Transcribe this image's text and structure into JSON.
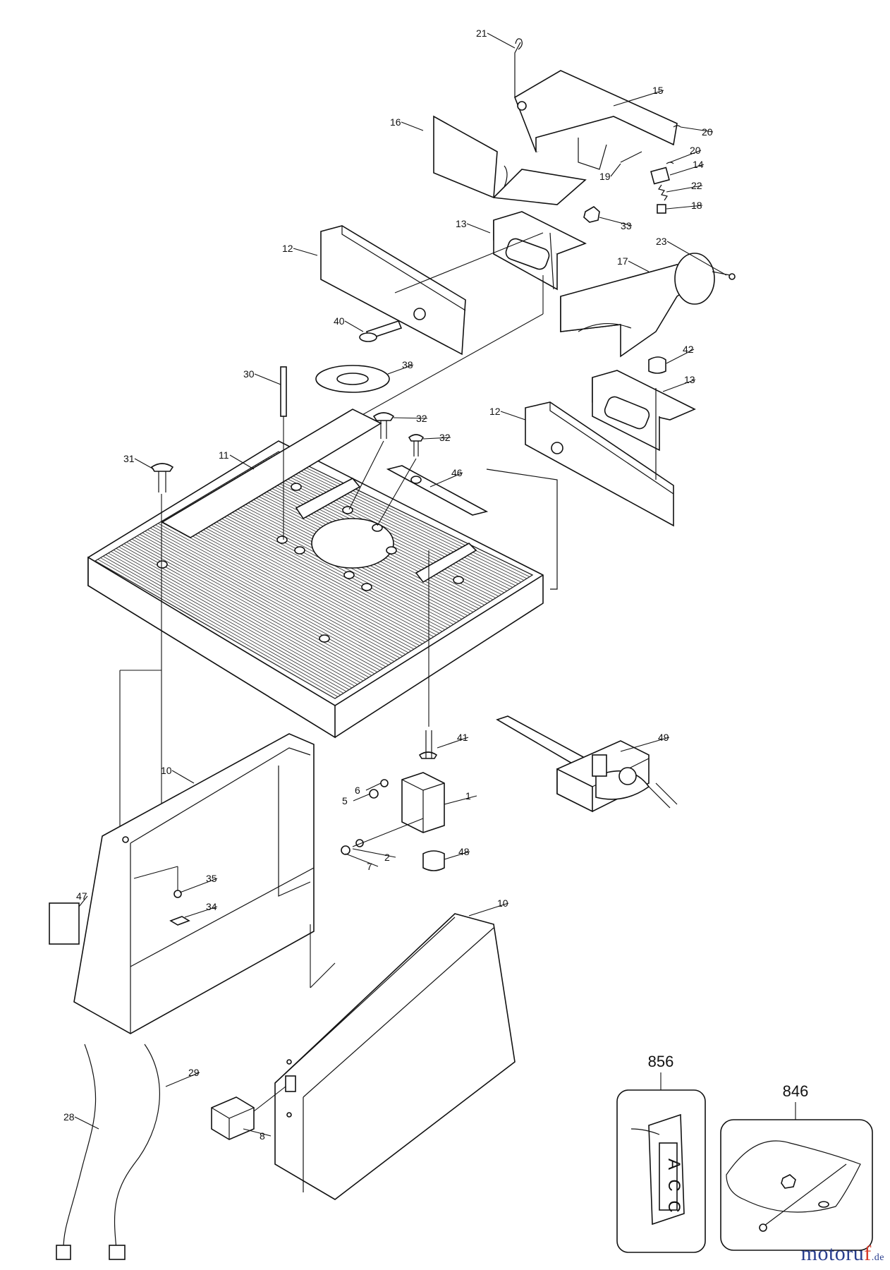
{
  "diagram": {
    "callouts": [
      {
        "id": "c21",
        "label": "21"
      },
      {
        "id": "c15",
        "label": "15"
      },
      {
        "id": "c16",
        "label": "16"
      },
      {
        "id": "c20a",
        "label": "20"
      },
      {
        "id": "c20b",
        "label": "20"
      },
      {
        "id": "c19",
        "label": "19"
      },
      {
        "id": "c14",
        "label": "14"
      },
      {
        "id": "c22",
        "label": "22"
      },
      {
        "id": "c18",
        "label": "18"
      },
      {
        "id": "c13a",
        "label": "13"
      },
      {
        "id": "c33",
        "label": "33"
      },
      {
        "id": "c12a",
        "label": "12"
      },
      {
        "id": "c23",
        "label": "23"
      },
      {
        "id": "c17",
        "label": "17"
      },
      {
        "id": "c40",
        "label": "40"
      },
      {
        "id": "c30",
        "label": "30"
      },
      {
        "id": "c38",
        "label": "38"
      },
      {
        "id": "c42",
        "label": "42"
      },
      {
        "id": "c13b",
        "label": "13"
      },
      {
        "id": "c32a",
        "label": "32"
      },
      {
        "id": "c32b",
        "label": "32"
      },
      {
        "id": "c12b",
        "label": "12"
      },
      {
        "id": "c31",
        "label": "31"
      },
      {
        "id": "c11",
        "label": "11"
      },
      {
        "id": "c46",
        "label": "46"
      },
      {
        "id": "c41",
        "label": "41"
      },
      {
        "id": "c49",
        "label": "49"
      },
      {
        "id": "c10a",
        "label": "10"
      },
      {
        "id": "c6",
        "label": "6"
      },
      {
        "id": "c5",
        "label": "5"
      },
      {
        "id": "c1",
        "label": "1"
      },
      {
        "id": "c2",
        "label": "2"
      },
      {
        "id": "c7",
        "label": "7"
      },
      {
        "id": "c48",
        "label": "48"
      },
      {
        "id": "c35",
        "label": "35"
      },
      {
        "id": "c47",
        "label": "47"
      },
      {
        "id": "c34",
        "label": "34"
      },
      {
        "id": "c10b",
        "label": "10"
      },
      {
        "id": "c29",
        "label": "29"
      },
      {
        "id": "c28",
        "label": "28"
      },
      {
        "id": "c8",
        "label": "8"
      }
    ],
    "kits": [
      {
        "id": "k856",
        "label": "856",
        "tag_letters": [
          "A",
          "C",
          "C"
        ]
      },
      {
        "id": "k846",
        "label": "846"
      }
    ]
  },
  "watermark": {
    "main": "motoru",
    "accent": "f",
    "suffix": ".de"
  }
}
